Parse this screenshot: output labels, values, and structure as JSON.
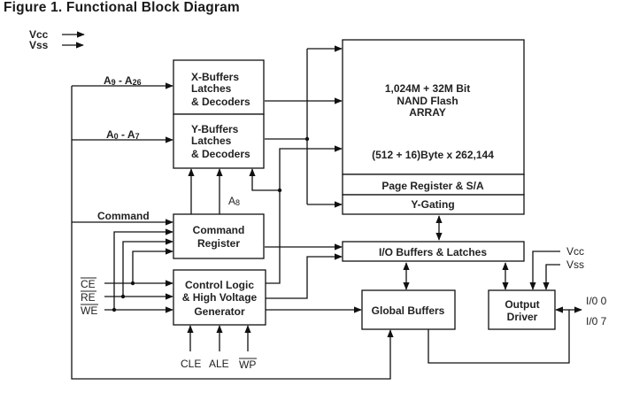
{
  "title": "Figure 1. Functional Block Diagram",
  "power_inputs": [
    {
      "name": "Vcc",
      "label": "Vcc"
    },
    {
      "name": "Vss",
      "label": "Vss"
    }
  ],
  "blocks": {
    "x_buffers": {
      "lines": [
        "X-Buffers",
        "Latches",
        "& Decoders"
      ]
    },
    "y_buffers": {
      "lines": [
        "Y-Buffers",
        "Latches",
        "& Decoders"
      ]
    },
    "command_register": {
      "lines": [
        "Command",
        "Register"
      ]
    },
    "control_logic": {
      "lines": [
        "Control Logic",
        "& High Voltage",
        "Generator"
      ]
    },
    "flash_array": {
      "lines": [
        "1,024M + 32M Bit",
        "NAND Flash",
        "ARRAY"
      ],
      "organization": "(512 + 16)Byte x 262,144"
    },
    "page_register": {
      "label": "Page Register & S/A"
    },
    "y_gating": {
      "label": "Y-Gating"
    },
    "io_buffers": {
      "label": "I/O Buffers & Latches"
    },
    "global_buffers": {
      "label": "Global Buffers"
    },
    "output_driver": {
      "lines": [
        "Output",
        "Driver"
      ]
    }
  },
  "signals": {
    "addr_high": {
      "base": "A",
      "from": "9",
      "sep": " - A",
      "to": "26"
    },
    "addr_low": {
      "base": "A",
      "from": "0",
      "sep": " - A",
      "to": "7"
    },
    "a8": {
      "base": "A",
      "sub": "8"
    },
    "command": "Command",
    "ce": "CE",
    "re": "RE",
    "we": "WE",
    "cle": "CLE",
    "ale": "ALE",
    "wp": "WP",
    "out_vcc": "Vcc",
    "out_vss": "Vss",
    "io0": "I/0 0",
    "io7": "I/0 7"
  }
}
